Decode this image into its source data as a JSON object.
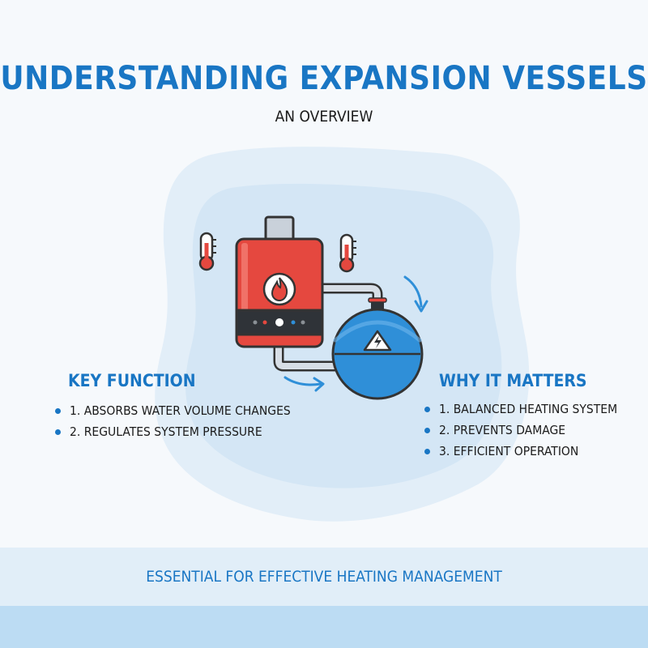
{
  "header": {
    "title": "UNDERSTANDING EXPANSION VESSELS",
    "subtitle": "AN OVERVIEW"
  },
  "key_function": {
    "heading": "KEY FUNCTION",
    "items": [
      "1. ABSORBS WATER VOLUME CHANGES",
      "2. REGULATES SYSTEM PRESSURE"
    ]
  },
  "why_it_matters": {
    "heading": "WHY IT MATTERS",
    "items": [
      "1. BALANCED HEATING SYSTEM",
      "2. PREVENTS DAMAGE",
      "3. EFFICIENT OPERATION"
    ]
  },
  "footer": {
    "text": "ESSENTIAL FOR EFFECTIVE HEATING MANAGEMENT"
  },
  "icons": [
    "thermometer-icon",
    "flame-icon",
    "boiler-icon",
    "expansion-vessel-icon",
    "warning-icon",
    "flow-arrow-icon"
  ],
  "colors": {
    "accent": "#1976c4",
    "boiler_red": "#e5483f",
    "vessel_blue": "#2f8fd8",
    "blob_light": "#dbeaf6",
    "band": "#e1eef8"
  }
}
